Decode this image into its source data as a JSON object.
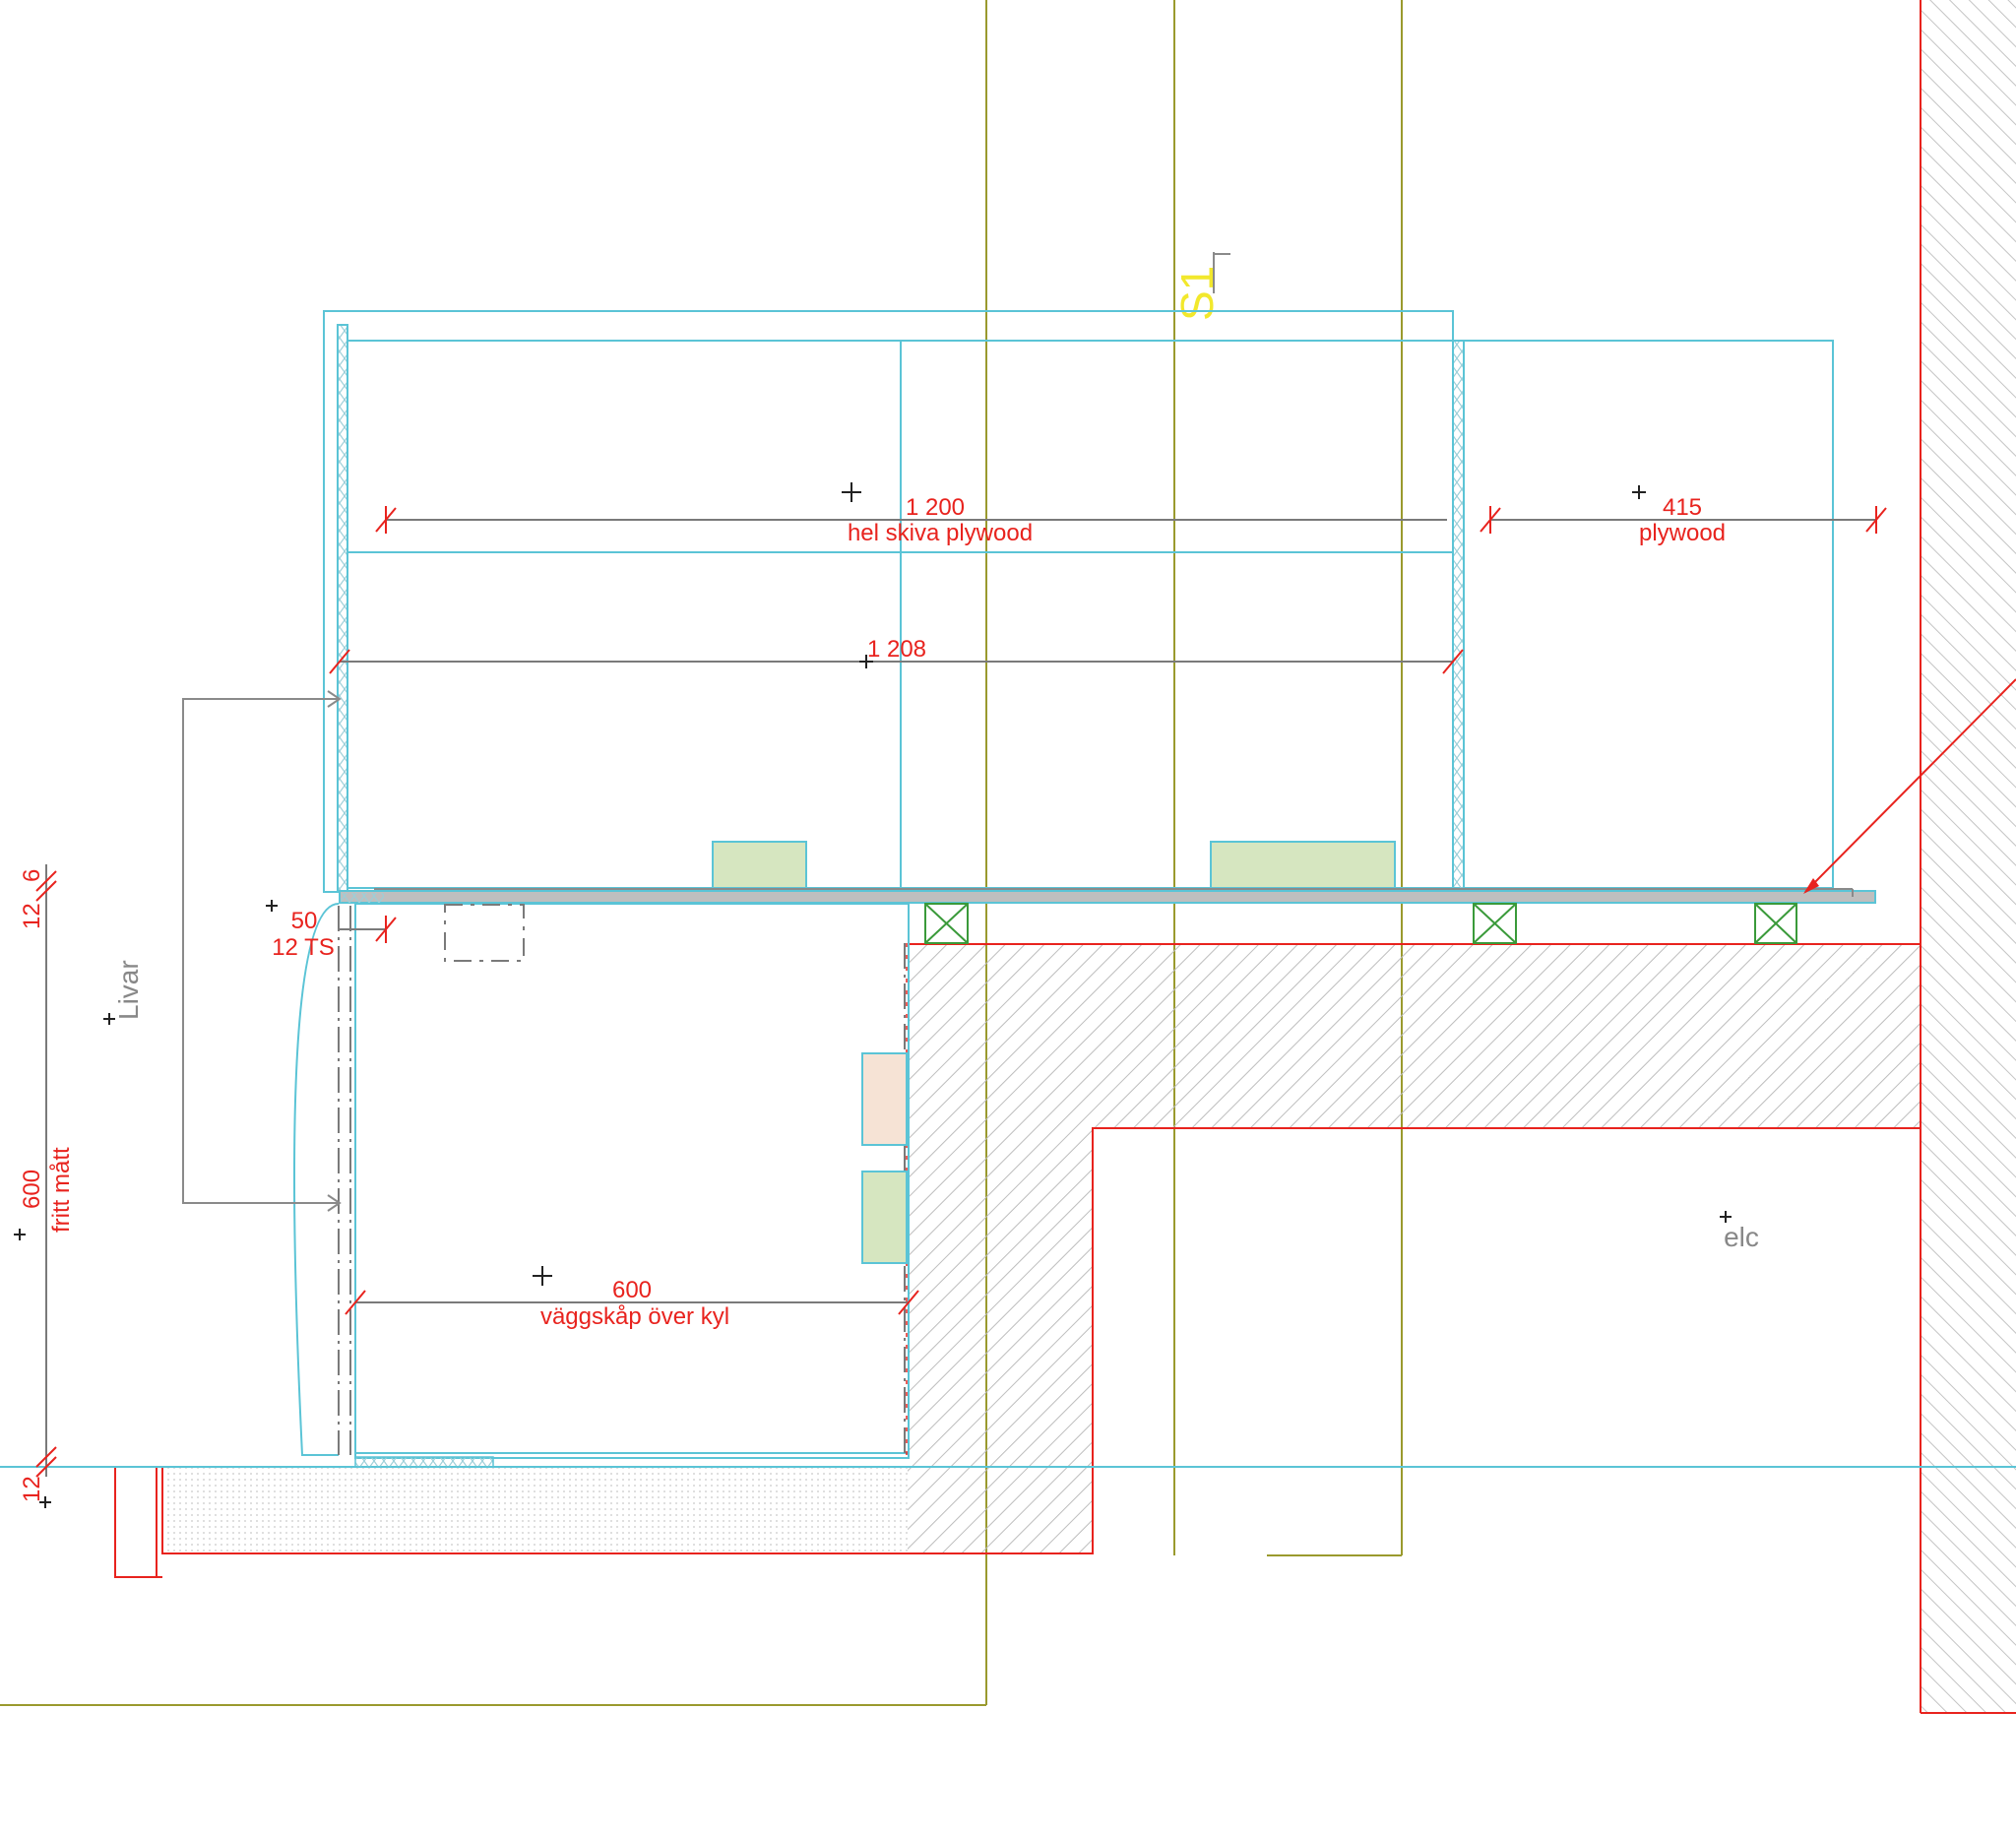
{
  "drawing": {
    "section_mark": "S1",
    "labels": {
      "livar": "Livar",
      "elc": "elc"
    },
    "dimensions": {
      "top_board_value": "1 200",
      "top_board_note": "hel skiva plywood",
      "right_board_value": "415",
      "right_board_note": "plywood",
      "inner_width_value": "1 208",
      "cabinet_width_value": "600",
      "cabinet_width_note": "väggskåp över kyl",
      "gap_value": "50",
      "ts_note": "12 TS",
      "left_12_top": "12",
      "left_6": "6",
      "left_600": "600",
      "left_600_note": "fritt mått",
      "left_12_bottom": "12"
    },
    "colors": {
      "cabinet_outline": "#5bc4d6",
      "wall_outline": "#e8231e",
      "grid_line": "#9a9a2e",
      "dimension_text": "#e8231e",
      "dimension_line": "#7a7a7a",
      "hatch": "#bdbdbd",
      "green_fill": "#d6e6c0",
      "peach_fill": "#f6e3d5",
      "stud_green": "#3a9a3a",
      "section_mark": "#f2e82c"
    }
  }
}
